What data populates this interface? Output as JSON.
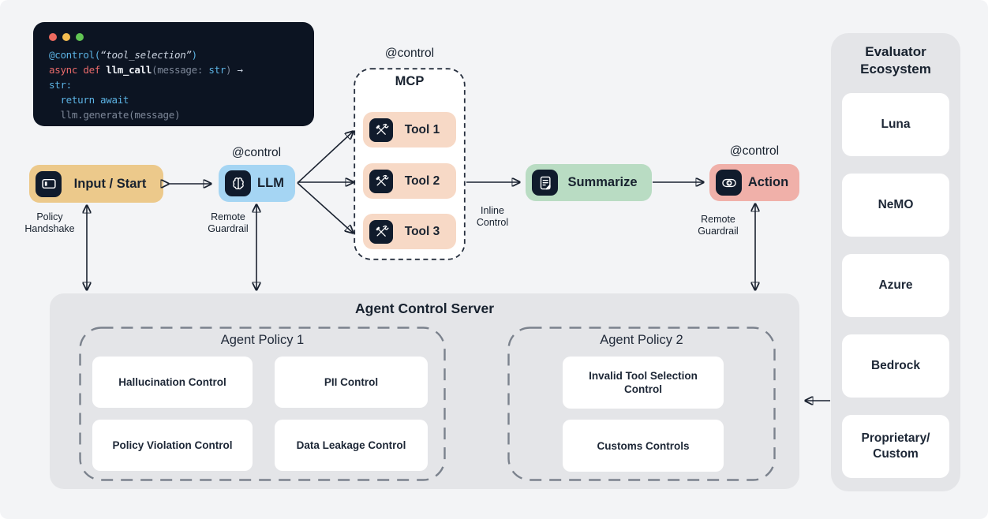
{
  "window": {
    "code_lines": [
      [
        [
          "blue",
          "@control("
        ],
        [
          "str",
          "“tool_selection”"
        ],
        [
          "blue",
          ")"
        ]
      ],
      [
        [
          "red",
          "async def "
        ],
        [
          "fn",
          "llm_call"
        ],
        [
          "gray",
          "(message: "
        ],
        [
          "blue",
          "str"
        ],
        [
          "gray",
          ") "
        ],
        [
          "lgray",
          "→"
        ]
      ],
      [
        [
          "blue",
          "str:"
        ]
      ],
      [
        [
          "blue",
          "  return await"
        ]
      ],
      [
        [
          "gray",
          "  llm.generate(message)"
        ]
      ]
    ]
  },
  "flow": {
    "control_label": "@control",
    "input_label": "Input / Start",
    "llm_label": "LLM",
    "mcp_title": "MCP",
    "tools": [
      "Tool 1",
      "Tool 2",
      "Tool 3"
    ],
    "summarize_label": "Summarize",
    "action_label": "Action",
    "policy_handshake": "Policy\nHandshake",
    "remote_guardrail_llm": "Remote\nGuardrail",
    "inline_control": "Inline\nControl",
    "remote_guardrail_action": "Remote\nGuardrail"
  },
  "server": {
    "title": "Agent Control Server",
    "policy1": {
      "title": "Agent Policy 1",
      "cards": [
        "Hallucination Control",
        "PII Control",
        "Policy Violation Control",
        "Data Leakage Control"
      ]
    },
    "policy2": {
      "title": "Agent Policy 2",
      "cards": [
        "Invalid Tool Selection\nControl",
        "Customs Controls"
      ]
    }
  },
  "evaluator": {
    "title": "Evaluator\nEcosystem",
    "items": [
      "Luna",
      "NeMO",
      "Azure",
      "Bedrock",
      "Proprietary/\nCustom"
    ]
  },
  "colors": {
    "canvas_bg": "#f3f4f6",
    "code_bg": "#0c1422",
    "input_bg": "#ecc98b",
    "llm_bg": "#a5d5f3",
    "tool_bg": "#f7d9c6",
    "summarize_bg": "#b9dcc3",
    "action_bg": "#f0b0a9",
    "icon_bg": "#101b2c",
    "panel_bg": "#e4e5e8",
    "card_bg": "#ffffff",
    "arrow": "#1a2230",
    "dot_red": "#ed6a5f",
    "dot_yellow": "#f4bd50",
    "dot_green": "#62c554"
  }
}
